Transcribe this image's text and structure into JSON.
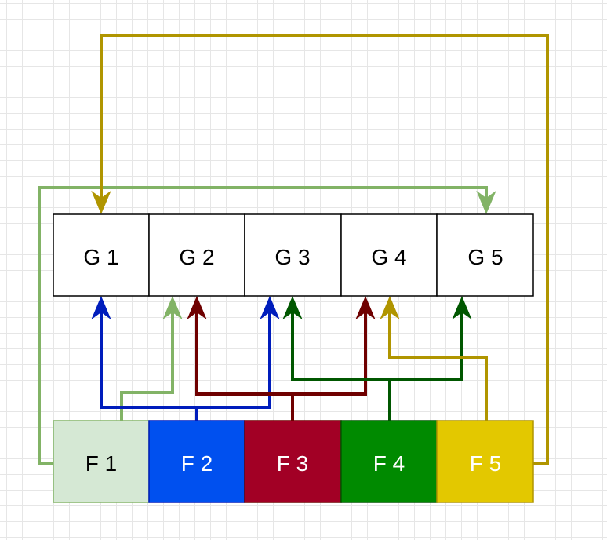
{
  "g_boxes": [
    {
      "label": "G 1"
    },
    {
      "label": "G 2"
    },
    {
      "label": "G 3"
    },
    {
      "label": "G 4"
    },
    {
      "label": "G 5"
    }
  ],
  "f_boxes": [
    {
      "label": "F 1",
      "fill": "#d5e8d4",
      "stroke": "#82b366",
      "text_color": "#000000"
    },
    {
      "label": "F 2",
      "fill": "#0050ef",
      "stroke": "#001dbc",
      "text_color": "#ffffff"
    },
    {
      "label": "F 3",
      "fill": "#a20025",
      "stroke": "#6f0000",
      "text_color": "#ffffff"
    },
    {
      "label": "F 4",
      "fill": "#008a00",
      "stroke": "#005700",
      "text_color": "#ffffff"
    },
    {
      "label": "F 5",
      "fill": "#e3c800",
      "stroke": "#b09500",
      "text_color": "#ffffff"
    }
  ],
  "connectors": [
    {
      "from": "F 1",
      "to": [
        "G 5",
        "G 2"
      ],
      "color": "#82b366"
    },
    {
      "from": "F 2",
      "to": [
        "G 1",
        "G 3"
      ],
      "color": "#001dbc"
    },
    {
      "from": "F 3",
      "to": [
        "G 2",
        "G 4"
      ],
      "color": "#6f0000"
    },
    {
      "from": "F 4",
      "to": [
        "G 3",
        "G 5"
      ],
      "color": "#005700"
    },
    {
      "from": "F 5",
      "to": [
        "G 4",
        "G 1"
      ],
      "color": "#b09500"
    }
  ]
}
